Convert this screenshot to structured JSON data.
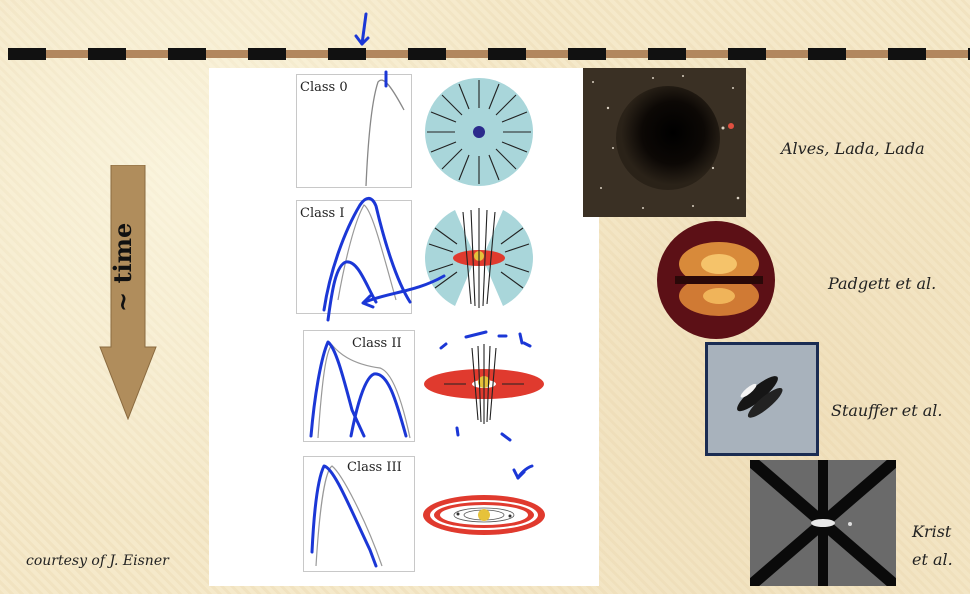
{
  "time_label": "~ time",
  "courtesy": "courtesy of J. Eisner",
  "classes": [
    {
      "label": "Class 0"
    },
    {
      "label": "Class I"
    },
    {
      "label": "Class II"
    },
    {
      "label": "Class III"
    }
  ],
  "credits": {
    "alves": "Alves, Lada, Lada",
    "padgett": "Padgett et al.",
    "stauffer": "Stauffer et al.",
    "krist_line1": "Krist",
    "krist_line2": "et al."
  },
  "colors": {
    "rule": "#b2875e",
    "arrow": "#b08d5c",
    "envelope": "#a9d6da",
    "disk": "#e03a2e",
    "ink": "#1b37d6"
  }
}
